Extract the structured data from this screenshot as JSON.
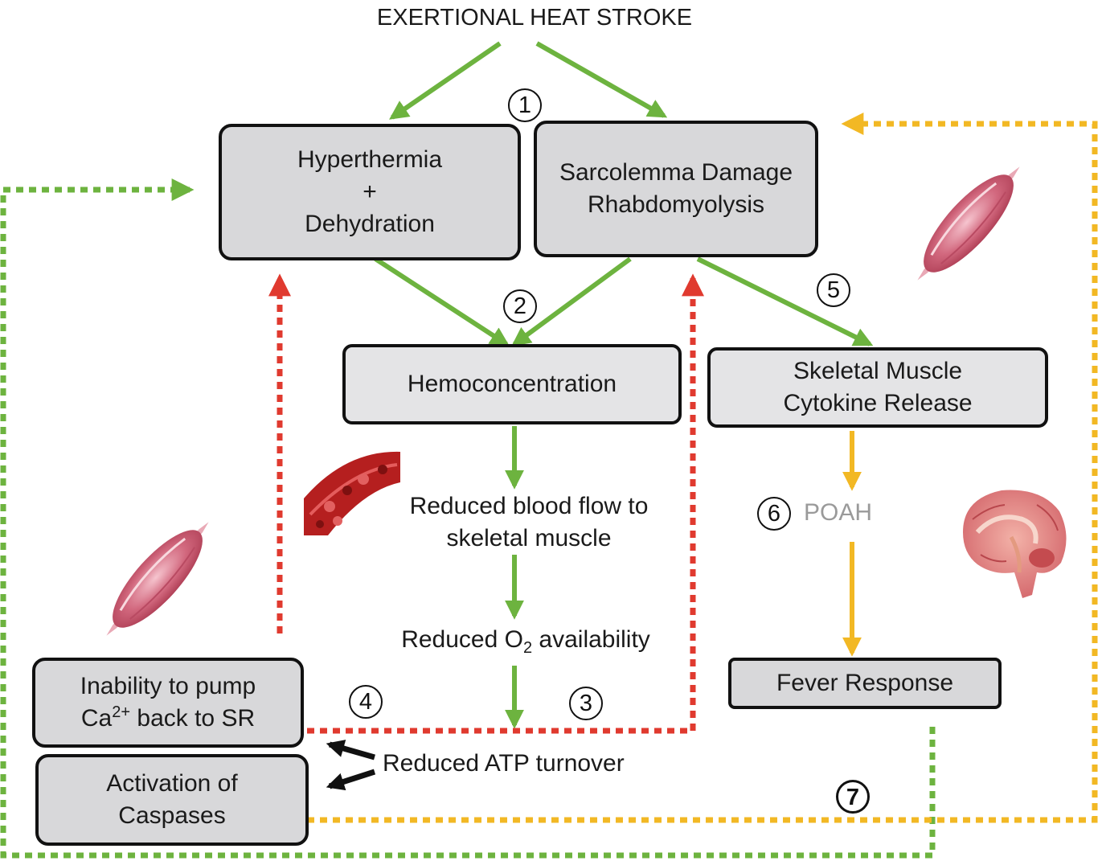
{
  "title": "EXERTIONAL HEAT STROKE",
  "boxes": {
    "hyperthermia": [
      "Hyperthermia",
      "+",
      "Dehydration"
    ],
    "sarcolemma": [
      "Sarcolemma Damage",
      "Rhabdomyolysis"
    ],
    "hemoconcentration": "Hemoconcentration",
    "cytokine": [
      "Skeletal Muscle",
      "Cytokine Release"
    ],
    "fever": "Fever Response",
    "inability": {
      "line1": "Inability to pump",
      "ca": "Ca",
      "sup": "2+",
      "rest": " back to SR"
    },
    "caspases": [
      "Activation of",
      "Caspases"
    ]
  },
  "labels": {
    "blood_flow": [
      "Reduced blood flow to",
      "skeletal muscle"
    ],
    "o2": {
      "pre": "Reduced O",
      "sub": "2",
      "post": " availability"
    },
    "atp": "Reduced ATP turnover",
    "poah": "POAH"
  },
  "steps": [
    "1",
    "2",
    "3",
    "4",
    "5",
    "6",
    "7"
  ],
  "colors": {
    "green": "#6db33f",
    "red": "#e03a2f",
    "yellow": "#f2b824",
    "black": "#111111",
    "box_fill": "#d8d8da",
    "muscle": "#c2546a",
    "blood": "#b51f1f"
  },
  "icons": [
    "muscle-icon",
    "muscle-icon",
    "blood-vessel-icon",
    "brain-icon"
  ]
}
